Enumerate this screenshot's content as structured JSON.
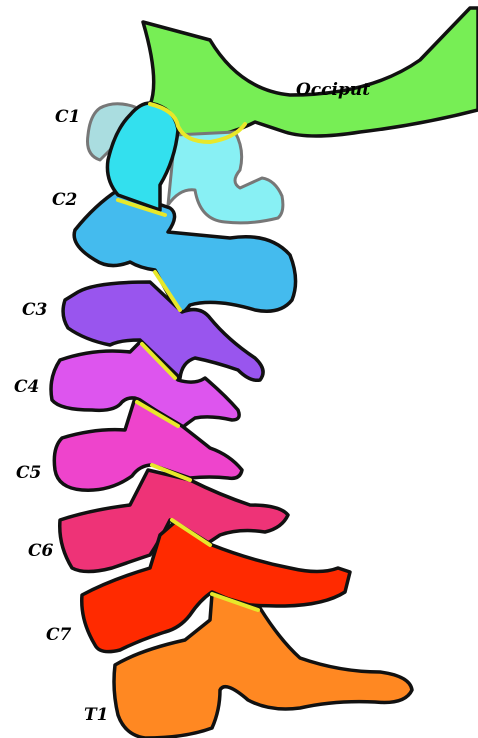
{
  "labels": {
    "occiput": "Occiput",
    "c1": "C1",
    "c2": "C2",
    "c3": "C3",
    "c4": "C4",
    "c5": "C5",
    "c6": "C6",
    "c7": "C7",
    "t1": "T1"
  },
  "colors": {
    "occiput": "#77ee55",
    "c1": "#33e0ee",
    "c1_arch": "#88f0f4",
    "c2": "#44bbee",
    "c3": "#9955ee",
    "c4": "#dd55ee",
    "c5": "#ee44cc",
    "c6": "#ee3377",
    "c7": "#ff2a00",
    "t1": "#ff8822",
    "joint": "#e8e82a"
  }
}
